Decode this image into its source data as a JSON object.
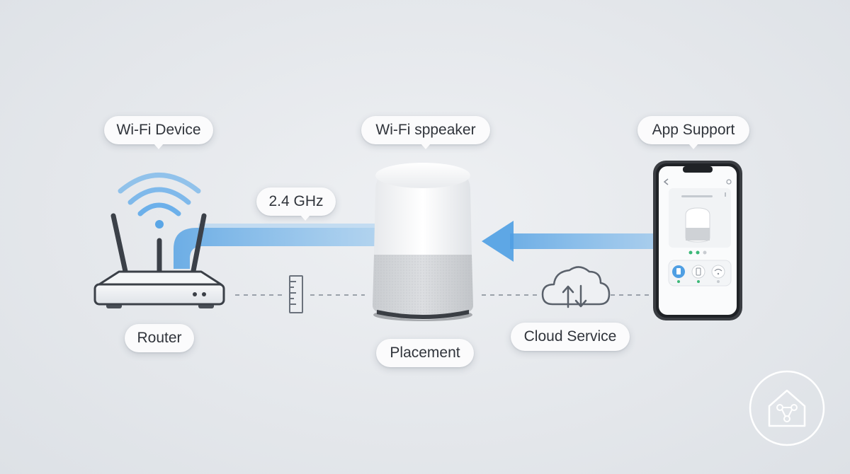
{
  "labels": {
    "wifi_device": "Wi-Fi Device",
    "wifi_speaker": "Wi-Fi sppeaker",
    "app_support": "App Support",
    "frequency": "2.4 GHz",
    "router": "Router",
    "placement": "Placement",
    "cloud_service": "Cloud Service"
  },
  "colors": {
    "signal_blue": "#5aa6e6",
    "background": "#e6e9ed",
    "accent_green": "#3cb878"
  },
  "icons": [
    "wifi-signal-icon",
    "router-icon",
    "ruler-icon",
    "smart-speaker-icon",
    "cloud-sync-icon",
    "smartphone-icon",
    "smart-home-logo-icon"
  ]
}
